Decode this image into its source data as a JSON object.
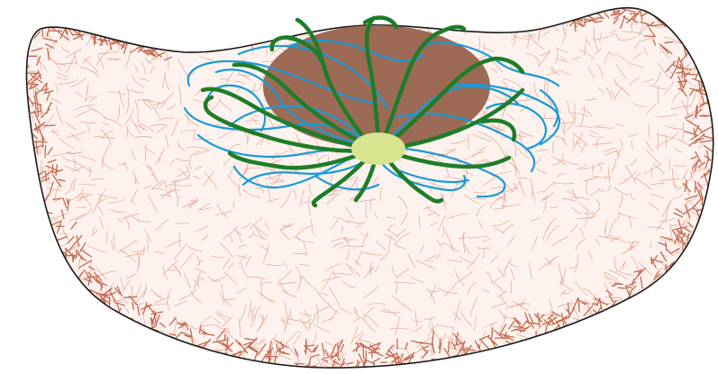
{
  "diagram": {
    "labels": [],
    "colors": {
      "outline": "#1a1a1a",
      "matrix_fill": "#fdf2ee",
      "fiber_light": "#e6a592",
      "fiber_dense": "#c56a4f",
      "brown_mass": "#9c6a55",
      "blue_fibers": "#1a9ad8",
      "green_fibers": "#1e7d28",
      "center_node": "#d9e48e"
    },
    "structures": [
      "outer-boundary",
      "fibrous-matrix",
      "dense-edge-fibers",
      "brown-mass",
      "blue-fiber-network",
      "green-fiber-network",
      "central-node"
    ]
  }
}
